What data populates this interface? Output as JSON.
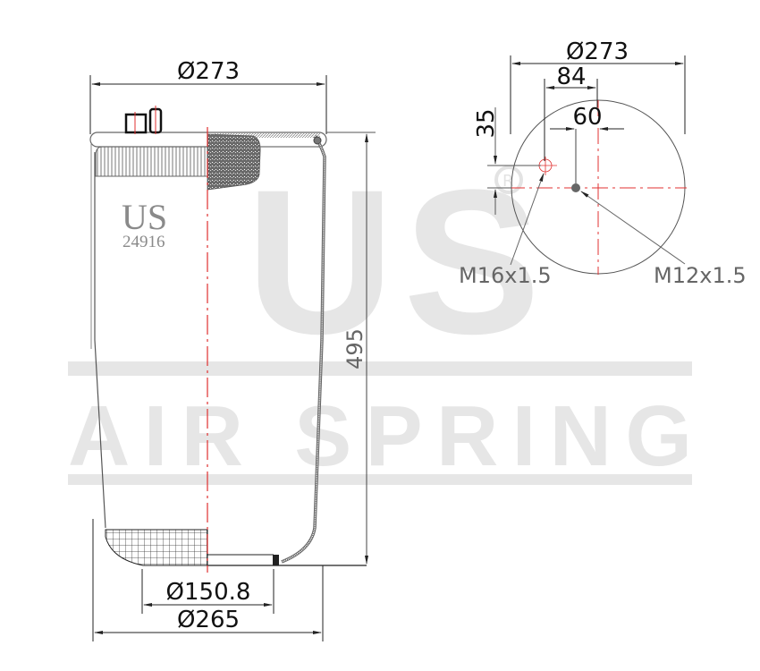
{
  "watermark": {
    "big_text": "US",
    "sub_text": "AIR SPRING",
    "registered_symbol": "®"
  },
  "side_view": {
    "brand_label": "US",
    "part_number": "24916",
    "dimensions": {
      "top_diameter": "Ø273",
      "height": "495",
      "piston_diameter": "Ø150.8",
      "bottom_diameter": "Ø265"
    }
  },
  "top_view": {
    "dimensions": {
      "outer_diameter": "Ø273",
      "offset_84": "84",
      "offset_60": "60",
      "offset_35": "35"
    },
    "callouts": {
      "left_port": "M16x1.5",
      "right_stud": "M12x1.5"
    }
  },
  "colors": {
    "centerline": "#e03030",
    "outline": "#555555",
    "dimension": "#111111",
    "watermark": "#e6e6e6"
  }
}
